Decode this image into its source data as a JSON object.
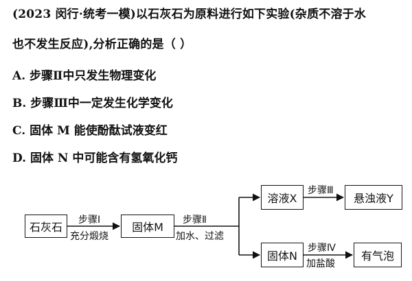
{
  "question": {
    "line1": "(2023 闵行·统考一模)以石灰石为原料进行如下实验(杂质不溶于水",
    "line2": "也不发生反应),分析正确的是（   ）"
  },
  "options": [
    {
      "text": "A. 步骤Ⅱ中只发生物理变化"
    },
    {
      "text": "B. 步骤Ⅲ中一定发生化学变化"
    },
    {
      "text": "C. 固体 M 能使酚酞试液变红"
    },
    {
      "text": "D. 固体 N 中可能含有氢氧化钙"
    }
  ],
  "flow": {
    "limestone": "石灰石",
    "solid_m": "固体M",
    "solution_x": "溶液X",
    "suspension_y": "悬浊液Y",
    "solid_n": "固体N",
    "gas_bubbles": "有气泡",
    "step1": "步骤Ⅰ",
    "step1_cond": "充分煅烧",
    "step2": "步骤Ⅱ",
    "step2_cond": "加水、过滤",
    "step3": "步骤Ⅲ",
    "step4": "步骤Ⅳ",
    "step4_cond": "加盐酸"
  }
}
